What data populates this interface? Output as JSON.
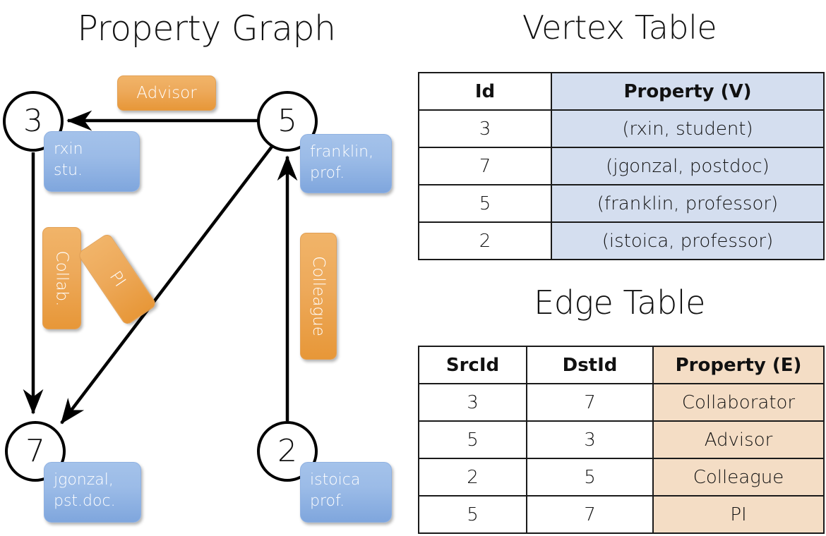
{
  "graph_panel": {
    "title": "Property Graph",
    "nodes": [
      {
        "id": "3",
        "property": "rxin\nstu."
      },
      {
        "id": "7",
        "property": "jgonzal,\npst.doc."
      },
      {
        "id": "5",
        "property": "franklin,\nprof."
      },
      {
        "id": "2",
        "property": "istoica\nprof."
      }
    ],
    "node_labels": {
      "n3": "3",
      "n7": "7",
      "n5": "5",
      "n2": "2"
    },
    "property_boxes": {
      "rxin_line1": "rxin",
      "rxin_line2": "stu.",
      "franklin_line1": "franklin,",
      "franklin_line2": "prof.",
      "jgonzal_line1": "jgonzal,",
      "jgonzal_line2": "pst.doc.",
      "istoica_line1": "istoica",
      "istoica_line2": "prof."
    },
    "edge_labels": {
      "advisor": "Advisor",
      "collab": "Collab.",
      "pi": "PI",
      "colleague": "Colleague"
    },
    "edges": [
      {
        "from": "5",
        "to": "3",
        "label": "Advisor"
      },
      {
        "from": "3",
        "to": "7",
        "label": "Collab."
      },
      {
        "from": "5",
        "to": "7",
        "label": "PI"
      },
      {
        "from": "2",
        "to": "5",
        "label": "Colleague"
      }
    ]
  },
  "vertex_table": {
    "title": "Vertex Table",
    "headers": [
      "Id",
      "Property (V)"
    ],
    "rows": [
      {
        "id": "3",
        "property": "(rxin, student)"
      },
      {
        "id": "7",
        "property": "(jgonzal, postdoc)"
      },
      {
        "id": "5",
        "property": "(franklin, professor)"
      },
      {
        "id": "2",
        "property": "(istoica, professor)"
      }
    ]
  },
  "edge_table": {
    "title": "Edge Table",
    "headers": [
      "SrcId",
      "DstId",
      "Property (E)"
    ],
    "rows": [
      {
        "src": "3",
        "dst": "7",
        "property": "Collaborator"
      },
      {
        "src": "5",
        "dst": "3",
        "property": "Advisor"
      },
      {
        "src": "2",
        "dst": "5",
        "property": "Colleague"
      },
      {
        "src": "5",
        "dst": "7",
        "property": "PI"
      }
    ]
  },
  "colors": {
    "vertex_property_fill": "#d4deef",
    "edge_property_fill": "#f4ddc5",
    "node_property_box": "#9bbbe7",
    "edge_label_box": "#eda95a",
    "stroke": "#111111",
    "background": "#ffffff"
  }
}
